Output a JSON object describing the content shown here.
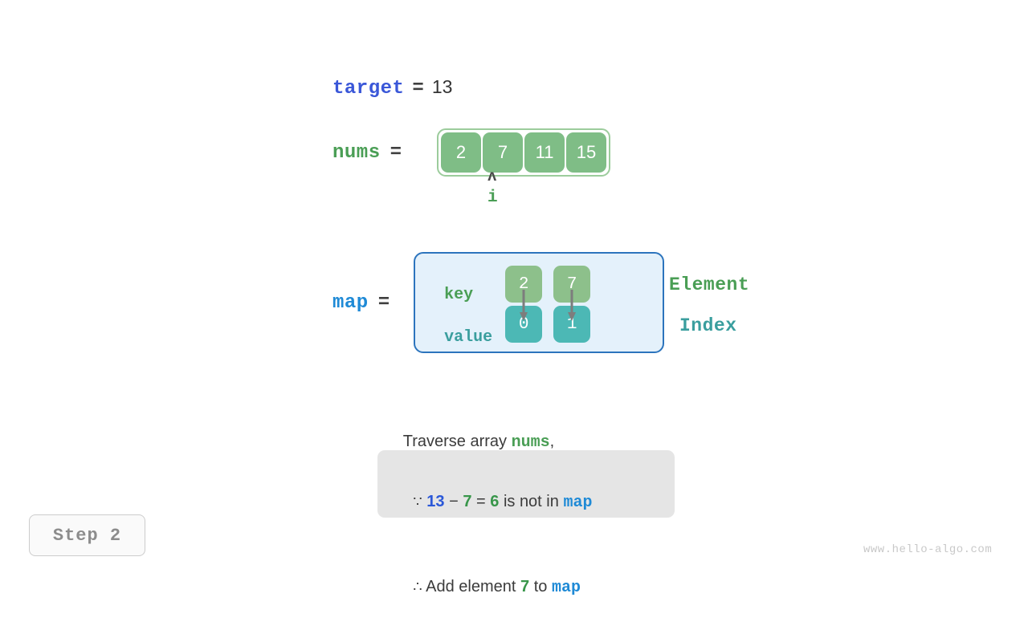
{
  "target": {
    "name": "target",
    "operator": "=",
    "value": "13"
  },
  "nums": {
    "name": "nums",
    "operator": "=",
    "cells": [
      "2",
      "7",
      "11",
      "15"
    ],
    "pointer": {
      "caret": "ʌ",
      "label": "i",
      "index": 1
    }
  },
  "map": {
    "name": "map",
    "operator": "=",
    "key_row_label": "key",
    "value_row_label": "value",
    "keys": [
      "2",
      "7"
    ],
    "values": [
      "0",
      "1"
    ],
    "element_label": "Element",
    "index_label": "Index"
  },
  "caption": {
    "prefix": "Traverse array ",
    "keyword": "nums",
    "suffix": ","
  },
  "callout": {
    "line1": {
      "because": "∵",
      "a": "13",
      "minus": "−",
      "b": "7",
      "equals": "=",
      "result": "6",
      "text": "is not in",
      "map": "map"
    },
    "line2": {
      "therefore": "∴",
      "text_before": "Add element",
      "element": "7",
      "text_after": "to",
      "map": "map"
    }
  },
  "step_badge": "Step 2",
  "watermark": "www.hello-algo.com",
  "colors": {
    "target_var": "#3a57d8",
    "nums_var": "#4a9e55",
    "map_var": "#1f8ad6",
    "array_cell": "#7fbd86",
    "array_border": "#9ccc9c",
    "map_fill": "#e4f1fb",
    "map_border": "#2c74bd",
    "key_cell": "#8dc08b",
    "value_cell": "#4cb8b5",
    "element_label": "#4a9e55",
    "index_label": "#3a9e9e",
    "callout_bg": "#e5e5e5",
    "badge_text": "#8c8c8c",
    "watermark": "#c9c9c9"
  }
}
